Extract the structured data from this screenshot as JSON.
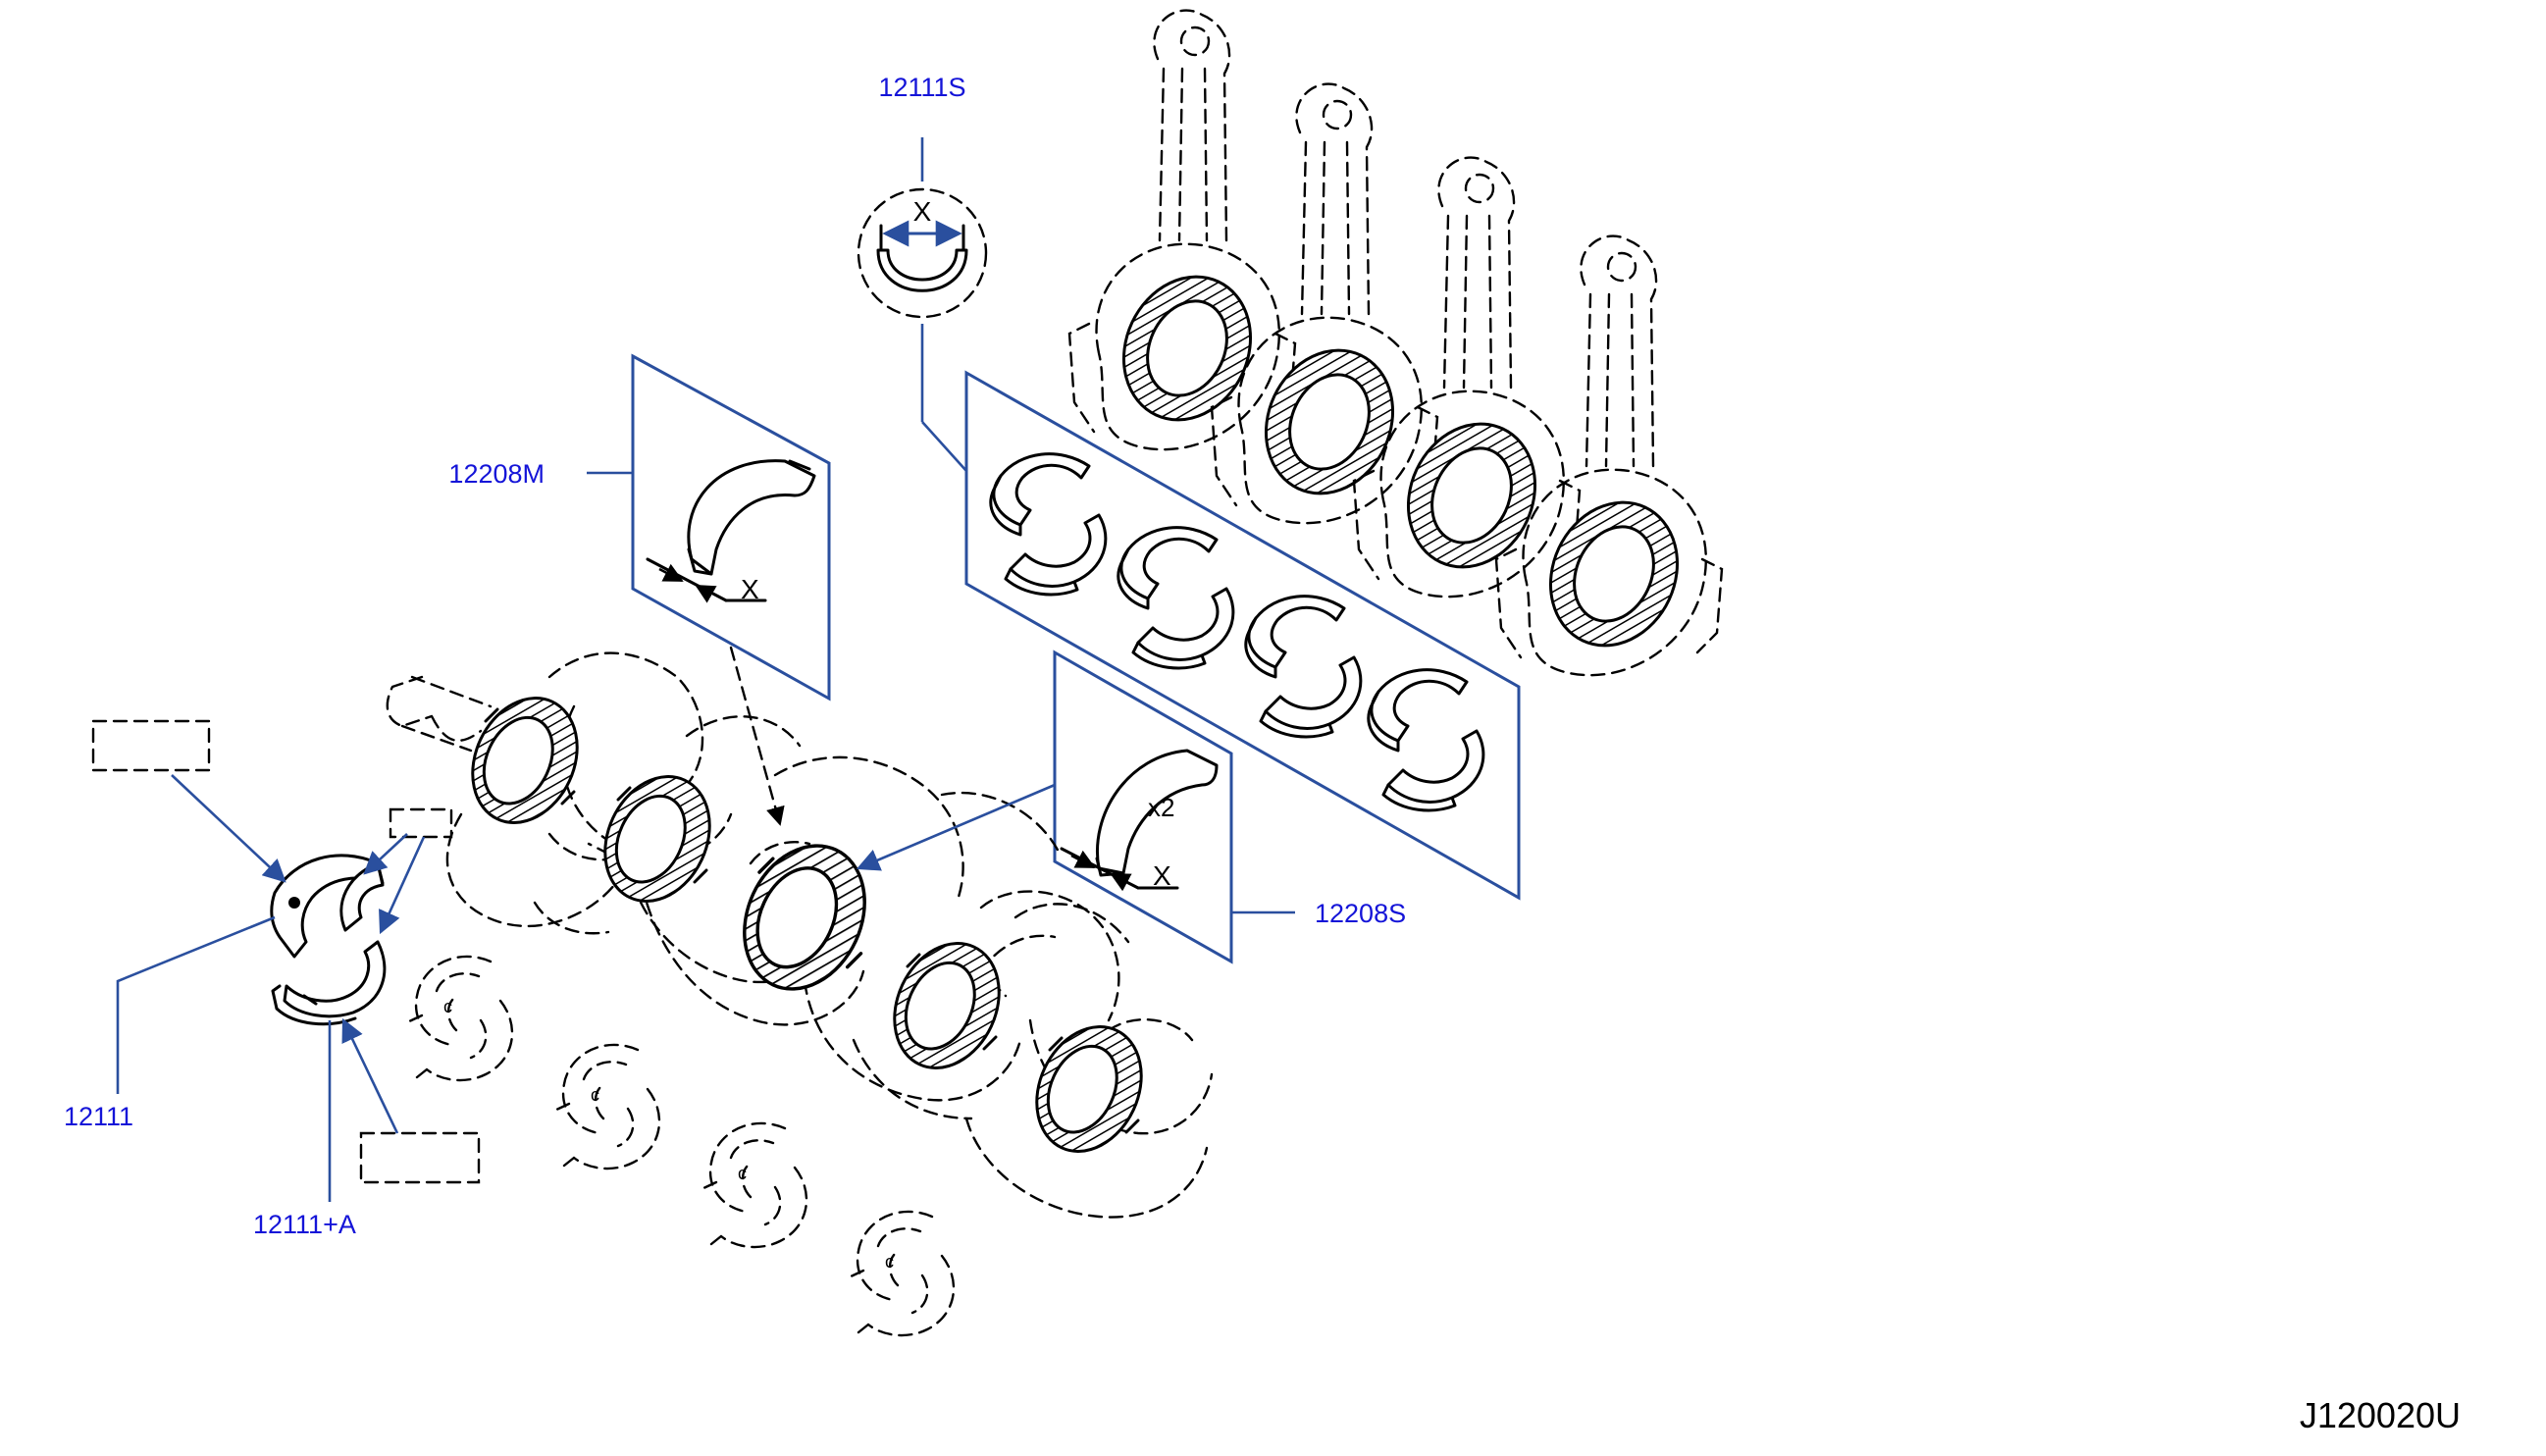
{
  "diagram": {
    "accent_color": "#2a4f9e",
    "callout_text_color": "#1414d8",
    "drawing_color": "#000000",
    "callouts": {
      "c12111s": "12111S",
      "c12208m": "12208M",
      "c12208s": "12208S",
      "c12111": "12111",
      "c12111a": "12111+A"
    },
    "marks": {
      "x_top": "X",
      "x_mid": "X",
      "x_right": "X",
      "qty_x2": "x2"
    },
    "figure_id": "J120020U"
  }
}
